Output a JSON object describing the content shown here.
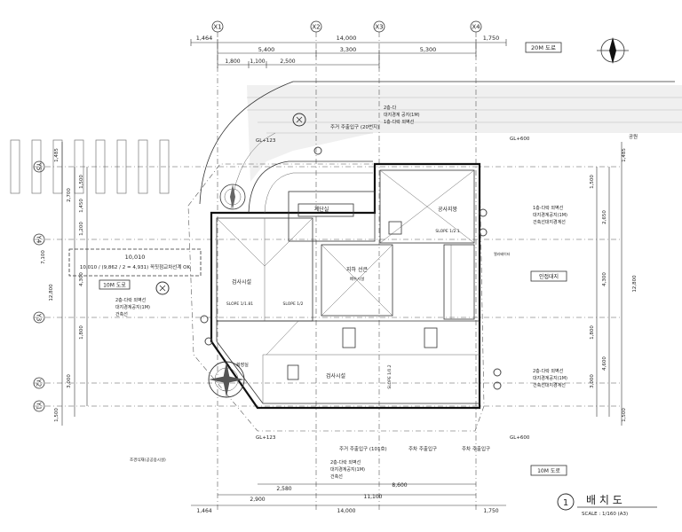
{
  "axes": {
    "x1": "X1",
    "x2": "X2",
    "x3": "X3",
    "x4": "X4",
    "y1": "Y1",
    "y2": "Y2",
    "y3": "Y3",
    "y4": "Y4",
    "y5": "Y5"
  },
  "dims_top": {
    "r1a": "1,464",
    "r1b": "14,000",
    "r1c": "1,750",
    "r2a": "5,400",
    "r2b": "3,300",
    "r2c": "5,300",
    "r3a": "1,800",
    "r3b": "1,100",
    "r3c": "2,500"
  },
  "dims_bottom": {
    "r1a": "2,580",
    "r1b": "8,600",
    "r2a": "2,900",
    "r2b": "11,100",
    "r3a": "1,464",
    "r3b": "14,000",
    "r3c": "1,750"
  },
  "dims_left": {
    "a": "1,485",
    "b": "2,700",
    "c": "1,500",
    "d": "1,450",
    "e": "1,200",
    "f": "4,300",
    "g": "1,800",
    "h": "3,000",
    "i": "1,500",
    "tot1": "7,100",
    "tot2": "12,800"
  },
  "dims_right": {
    "a": "1,485",
    "b": "1,500",
    "c": "2,650",
    "d": "4,300",
    "e": "1,800",
    "f": "4,600",
    "g": "3,000",
    "h": "1,500",
    "tot": "12,800"
  },
  "roads": {
    "r20": "20M 도로",
    "r10a": "10M 도로",
    "r10b": "10M 도로",
    "rspace": "공원"
  },
  "gl": {
    "a": "GL+123",
    "b": "GL+600",
    "c": "GL+123",
    "d": "GL+600"
  },
  "rooms": {
    "stair": "계단실",
    "room1": "공사지붕",
    "room2": "검사시설",
    "room3": "지하 선큰",
    "room3b": "배수시설",
    "room4": "검사시설",
    "wc": "화장실"
  },
  "slopes": {
    "s1": "SLOPE 1/1.81",
    "s2": "SLOPE 1/2",
    "s3": "SLOPE 1/2.1",
    "s4": "SLOPE 1/0.2"
  },
  "notes": {
    "ent_top": "주거 주출입구 (20번지)",
    "ent_note1": "2층-다",
    "ent_note2": "대지경계 공지(1M)",
    "ent_note3": "1층-다락 외벽선",
    "right1a": "1층-다락 외벽선",
    "right1b": "대지경계공지(1M)",
    "right1c": "건축선대지경계선",
    "right2a": "2층-다락 외벽선",
    "right2b": "대지경계공지(1M)",
    "right2c": "건축선대지경계선",
    "left1a": "2층-다락 외벽선",
    "left1b": "대지경계공지(1M)",
    "left1c": "건축선",
    "area1": "10,010",
    "area2": "10,010 / (9,862 / 2 = 4,931) 꼭짓점교차선계 OK",
    "adj": "인접대지",
    "lift": "엘리베이터",
    "bot_ent1": "주거 주출입구 (101호)",
    "bot_ent2": "주차 주출입구",
    "bot_ent3": "주차 주출입구",
    "bot_note1": "2층-다락 외벽선",
    "bot_note2": "대지경계공지(1M)",
    "bot_note3": "건축선",
    "tree_note": "조경식재(공공용시설)"
  },
  "title": {
    "num": "1",
    "name": "배 치 도",
    "scale": "SCALE : 1/160 (A3)"
  }
}
